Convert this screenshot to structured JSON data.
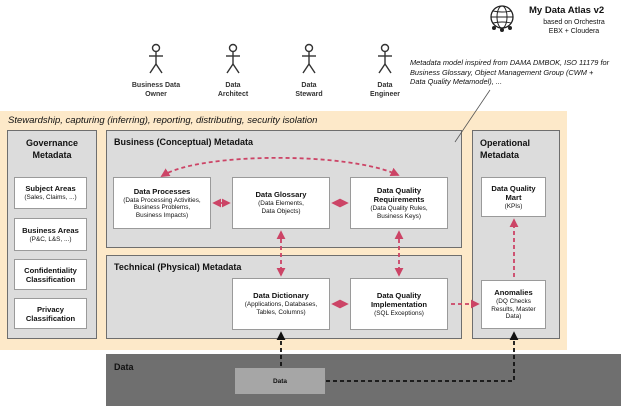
{
  "brand": {
    "title": "My Data Atlas v2",
    "subtitle_line1": "based on Orchestra",
    "subtitle_line2": "EBX + Cloudera",
    "icon": "globe-icon"
  },
  "roles": [
    {
      "line1": "Business  Data",
      "line2": "Owner"
    },
    {
      "line1": "Data",
      "line2": "Architect"
    },
    {
      "line1": "Data",
      "line2": "Steward"
    },
    {
      "line1": "Data",
      "line2": "Engineer"
    }
  ],
  "note": "Metadata model inspired from DAMA DMBOK, ISO 11179 for Business Glossary, Object Management Group (CWM + Data Quality Metamodel), ...",
  "band_label": "Stewardship, capturing (inferring), reporting, distributing, security isolation",
  "governance": {
    "title_line1": "Governance",
    "title_line2": "Metadata",
    "items": [
      {
        "title": "Subject Areas",
        "sub": "(Sales, Claims, ...)"
      },
      {
        "title": "Business Areas",
        "sub": "(P&C, L&S, ...)"
      },
      {
        "title_line1": "Confidentiality",
        "title_line2": "Classification"
      },
      {
        "title_line1": "Privacy",
        "title_line2": "Classification"
      }
    ]
  },
  "business": {
    "title": "Business (Conceptual) Metadata",
    "processes": {
      "title": "Data Processes",
      "sub1": "(Data Processing Activities,",
      "sub2": "Business Problems,",
      "sub3": "Business Impacts)"
    },
    "glossary": {
      "title": "Data Glossary",
      "sub1": "(Data Elements,",
      "sub2": "Data Objects)"
    },
    "dq_requirements": {
      "title1": "Data Quality",
      "title2": "Requirements",
      "sub1": "(Data Quality Rules,",
      "sub2": "Business Keys)"
    }
  },
  "technical": {
    "title": "Technical (Physical) Metadata",
    "dictionary": {
      "title": "Data Dictionary",
      "sub1": "(Applications, Databases,",
      "sub2": "Tables, Columns)"
    },
    "dq_implementation": {
      "title1": "Data Quality",
      "title2": "Implementation",
      "sub1": "(SQL Exceptions)"
    }
  },
  "operational": {
    "title_line1": "Operational",
    "title_line2": "Metadata",
    "mart": {
      "title1": "Data Quality",
      "title2": "Mart",
      "sub1": "(KPIs)"
    },
    "anomalies": {
      "title": "Anomalies",
      "sub1": "(DQ Checks",
      "sub2": "Results, Master",
      "sub3": "Data)"
    }
  },
  "data_layer": {
    "title": "Data",
    "box": "Data"
  },
  "colors": {
    "band": "#fde9c9",
    "panel": "#dcdcdc",
    "arrow": "#cc4466",
    "data_strip": "#6f6f6f"
  }
}
